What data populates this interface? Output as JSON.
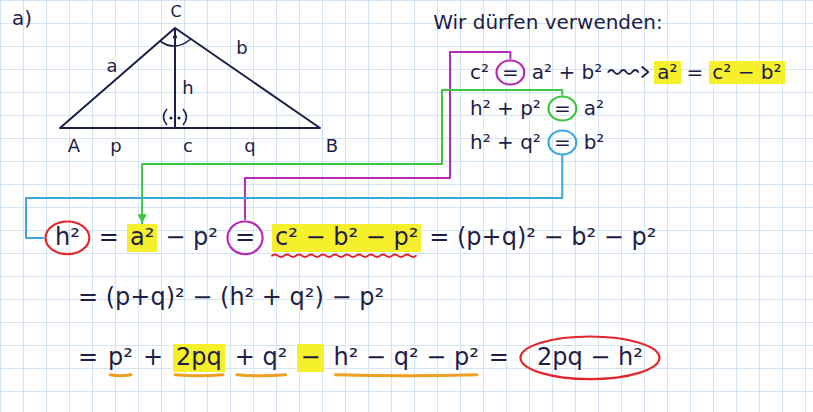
{
  "diagram": {
    "nodes": [
      {
        "text": [
          "="
        ]
      },
      {
        "text": [
          "a²"
        ]
      },
      {
        "text": [
          "c² − b²"
        ]
      },
      {
        "text": [
          "="
        ]
      },
      {
        "text": [
          "="
        ]
      },
      {
        "text": [
          "h²"
        ]
      },
      {
        "text": [
          "a²"
        ]
      },
      {
        "text": [
          "="
        ]
      },
      {
        "text": [
          "c² − b² − p²"
        ]
      },
      {
        "text": [
          "2pq"
        ]
      },
      {
        "text": [
          "−"
        ]
      },
      {
        "text": [
          "2pq − h²"
        ]
      }
    ],
    "edges": [
      {
        "from": 0,
        "to": 7,
        "arrow": "none"
      },
      {
        "from": 3,
        "to": 6,
        "arrow": "to"
      },
      {
        "from": 4,
        "to": 5,
        "arrow": "none"
      }
    ],
    "labels": [
      "a)",
      "C",
      "a",
      "b",
      "h",
      "A",
      "p",
      "c",
      "q",
      "B",
      "Wir dürfen verwenden:",
      "c²",
      "a² + b²",
      "=",
      "h² + p²",
      "a²",
      "h² + q²",
      "b²",
      "=",
      "− p²",
      "= (p+q)² − b² − p²",
      "= (p+q)² − (h² + q²) − p²",
      "=",
      "p²",
      "+",
      "+ q²",
      "h² − q² − p²",
      "="
    ]
  }
}
